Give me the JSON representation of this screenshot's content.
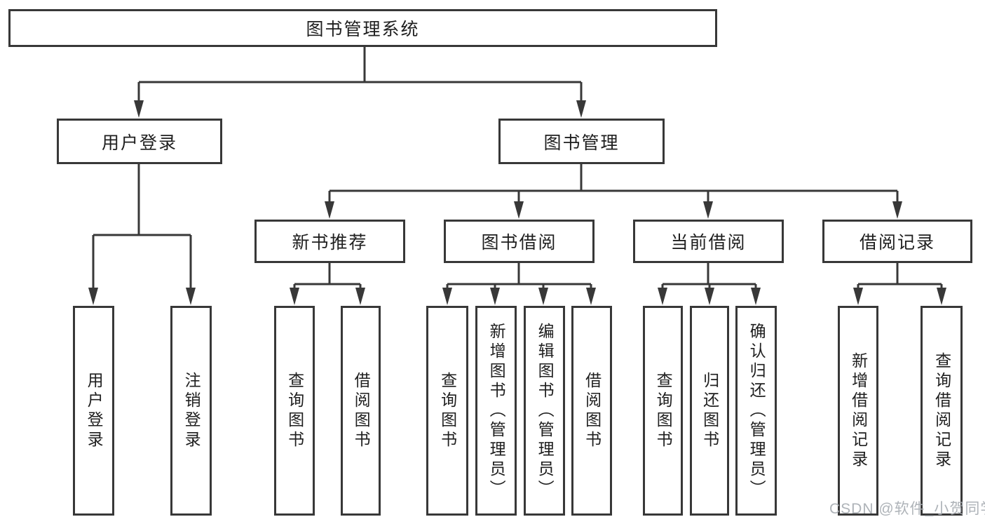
{
  "diagram": {
    "root": {
      "label": "图书管理系统"
    },
    "level2": {
      "user_login": {
        "label": "用户登录"
      },
      "book_mgmt": {
        "label": "图书管理"
      }
    },
    "level3": {
      "new_books": {
        "label": "新书推荐"
      },
      "borrowing": {
        "label": "图书借阅"
      },
      "current": {
        "label": "当前借阅"
      },
      "records": {
        "label": "借阅记录"
      }
    },
    "leaves": {
      "user_login_leaf": {
        "label": "用户登录"
      },
      "logout": {
        "label": "注销登录"
      },
      "nb_query": {
        "label": "查询图书"
      },
      "nb_borrow": {
        "label": "借阅图书"
      },
      "bw_query": {
        "label": "查询图书"
      },
      "bw_add": {
        "label": "新增图书（管理员）"
      },
      "bw_edit": {
        "label": "编辑图书（管理员）"
      },
      "bw_borrow": {
        "label": "借阅图书"
      },
      "cur_query": {
        "label": "查询图书"
      },
      "cur_return": {
        "label": "归还图书"
      },
      "cur_confirm": {
        "label": "确认归还（管理员）"
      },
      "rec_add": {
        "label": "新增借阅记录"
      },
      "rec_query": {
        "label": "查询借阅记录"
      }
    }
  },
  "watermark": {
    "text": "CSDN @软件_小贺同学"
  },
  "colors": {
    "line": "#383838",
    "box_border": "#383838",
    "box_fill": "#ffffff",
    "text": "#1f1f1f",
    "watermark_text": "#a8adb3",
    "background": "#ffffff"
  }
}
